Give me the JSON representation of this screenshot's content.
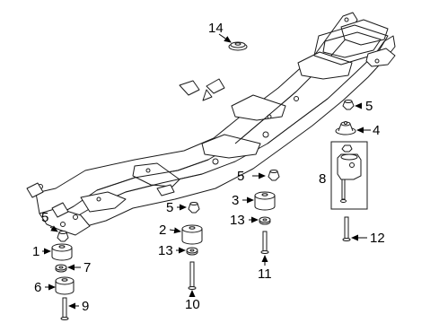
{
  "diagram": {
    "callouts": [
      {
        "id": "c1",
        "number": "1"
      },
      {
        "id": "c2",
        "number": "2"
      },
      {
        "id": "c3",
        "number": "3"
      },
      {
        "id": "c4",
        "number": "4"
      },
      {
        "id": "c5a",
        "number": "5"
      },
      {
        "id": "c5b",
        "number": "5"
      },
      {
        "id": "c5c",
        "number": "5"
      },
      {
        "id": "c5d",
        "number": "5"
      },
      {
        "id": "c6",
        "number": "6"
      },
      {
        "id": "c7",
        "number": "7"
      },
      {
        "id": "c8",
        "number": "8"
      },
      {
        "id": "c9",
        "number": "9"
      },
      {
        "id": "c10",
        "number": "10"
      },
      {
        "id": "c11",
        "number": "11"
      },
      {
        "id": "c12",
        "number": "12"
      },
      {
        "id": "c13a",
        "number": "13"
      },
      {
        "id": "c13b",
        "number": "13"
      },
      {
        "id": "c14",
        "number": "14"
      }
    ]
  }
}
